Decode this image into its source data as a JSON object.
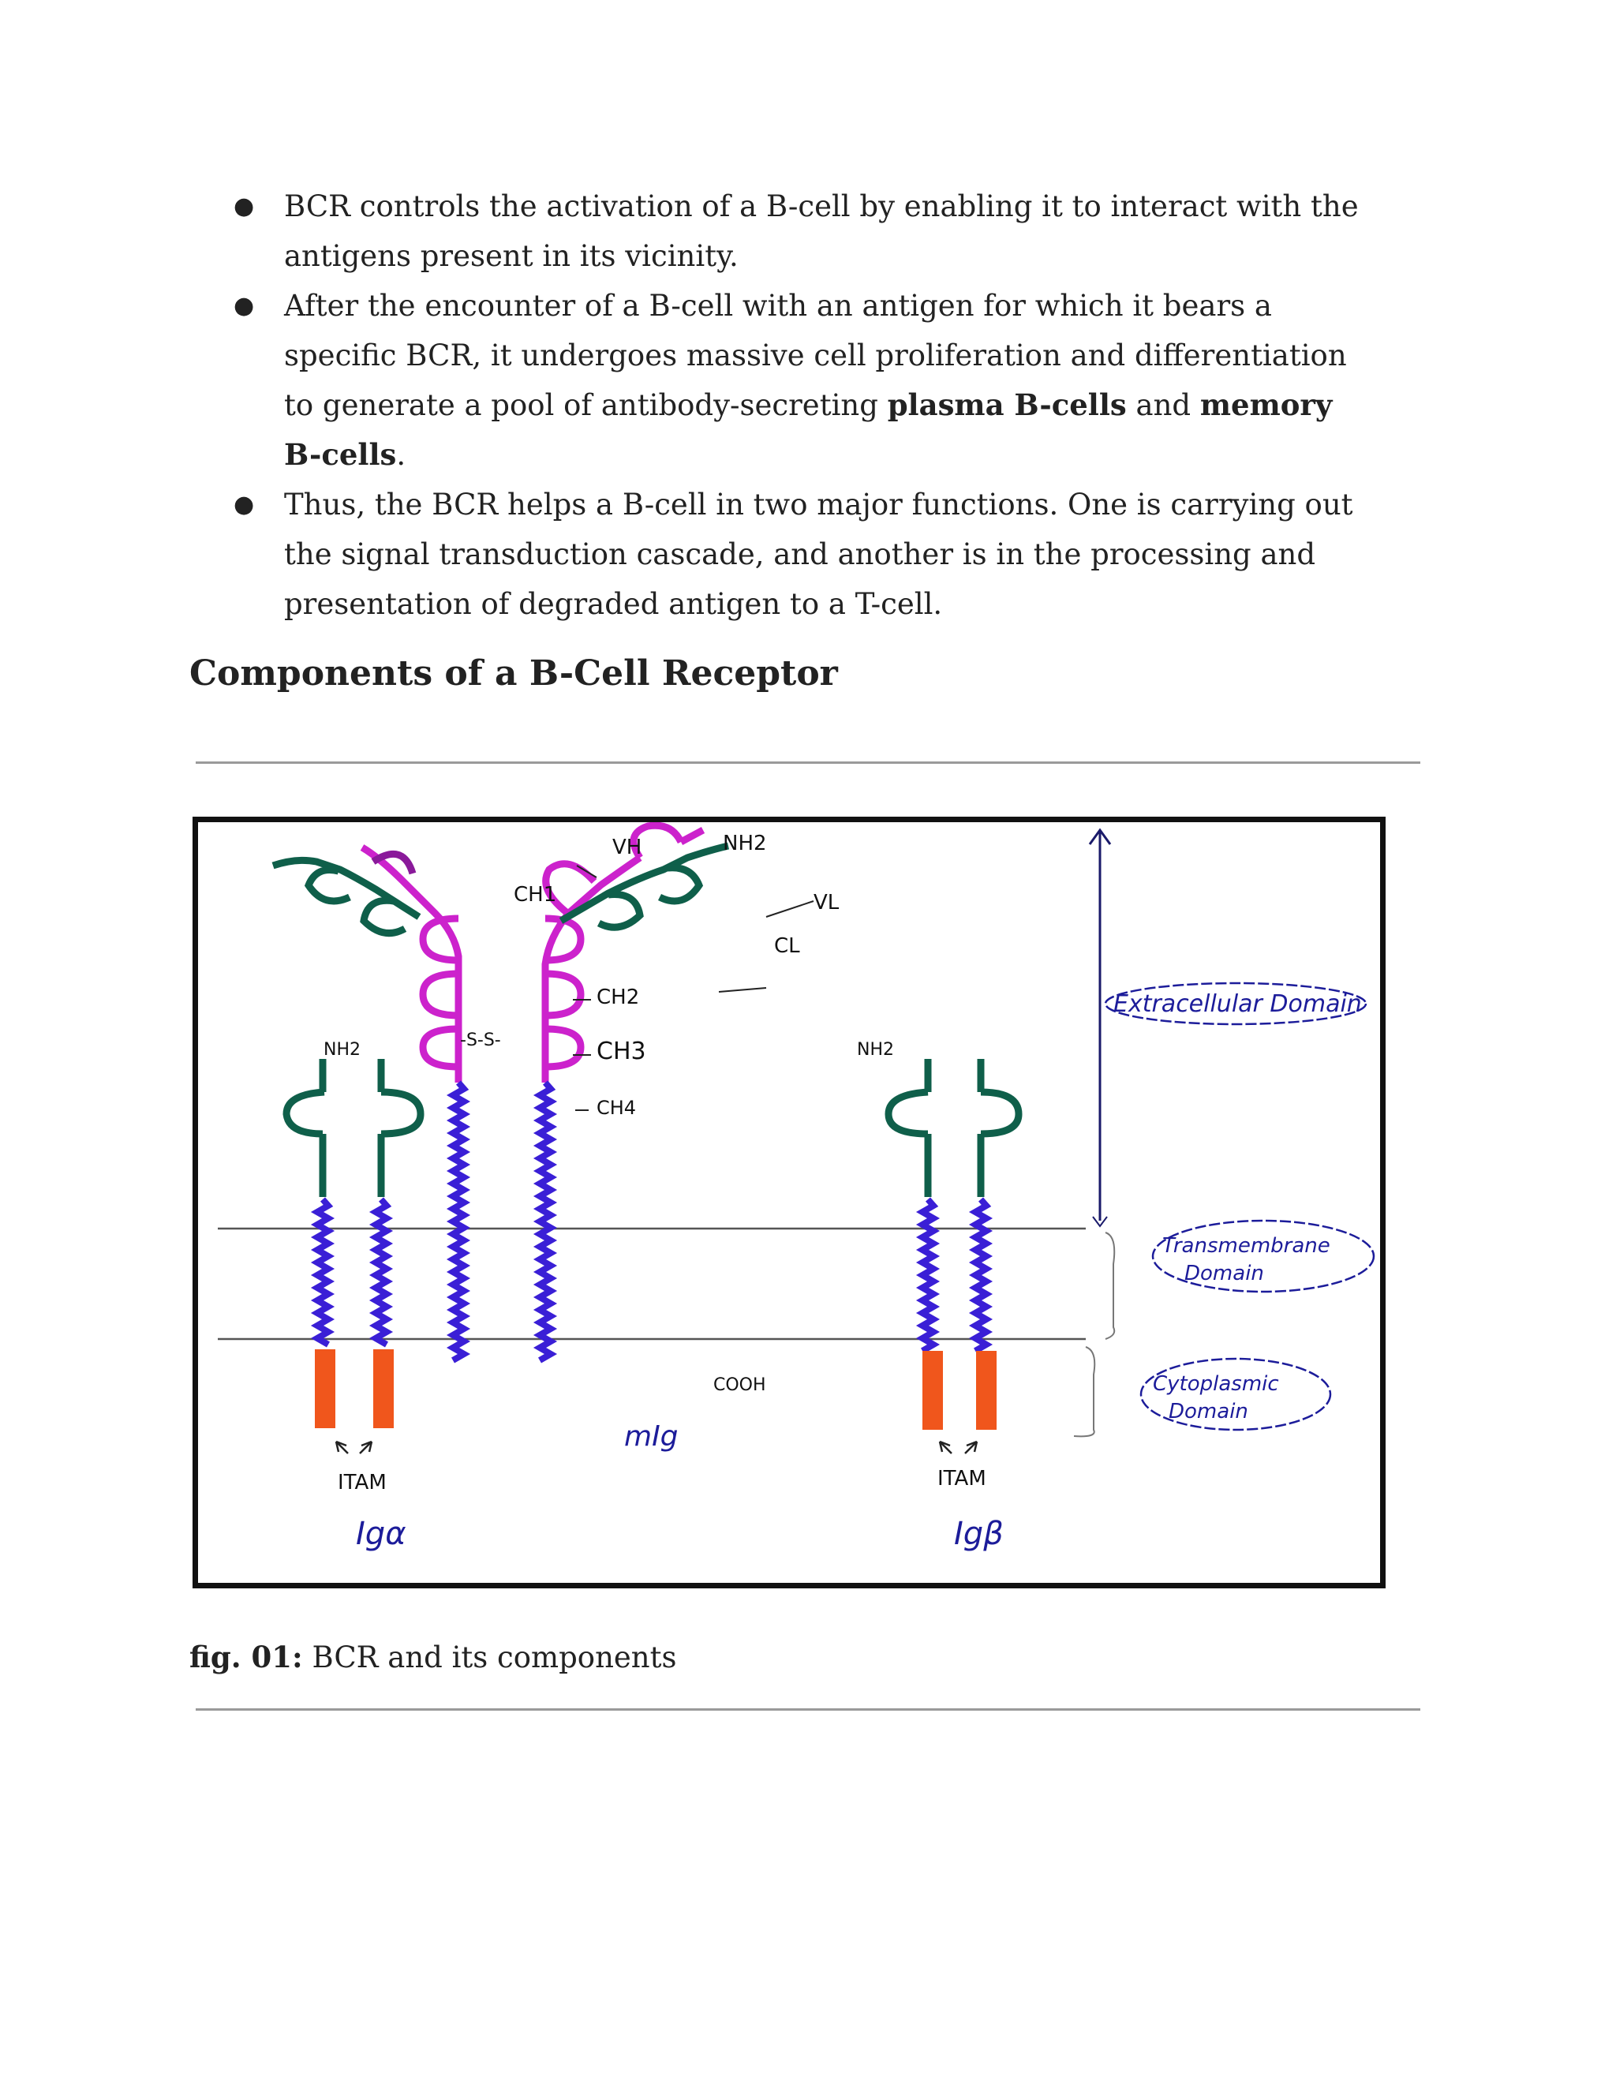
{
  "bullets": [
    {
      "parts": [
        "BCR controls the activation of a B-cell by enabling it to interact with the antigens present in its vicinity."
      ]
    },
    {
      "text1": "After the encounter of a B-cell with an antigen for which it bears a specific BCR, it undergoes massive cell proliferation and differentiation to generate a pool of antibody-secreting ",
      "bold1": "plasma B-cells",
      "text2": " and ",
      "bold2": "memory B-cells",
      "text3": "."
    },
    {
      "parts": [
        "Thus, the BCR helps a B-cell in two major functions. One is carrying out the signal transduction cascade, and another is in the processing and presentation of degraded antigen to a T-cell."
      ]
    }
  ],
  "heading": "Components of a B-Cell Receptor",
  "figure": {
    "labels": {
      "vh": "VH",
      "nh2_top": "NH2",
      "ch1": "CH1",
      "vl": "VL",
      "cl": "CL",
      "ch2": "CH2",
      "ch3": "CH3",
      "ch4": "CH4",
      "ss": "-S-S-",
      "nh2_left": "NH2",
      "nh2_right": "NH2",
      "cooh": "COOH",
      "mig": "mIg",
      "itam_left": "ITAM",
      "itam_right": "ITAM",
      "ig_alpha": "Igα",
      "ig_beta": "Igβ",
      "extracellular": "Extracellular Domain",
      "transmembrane_1": "Transmembrane",
      "transmembrane_2": "Domain",
      "cytoplasmic_1": "Cytoplasmic",
      "cytoplasmic_2": "Domain"
    },
    "colors": {
      "heavy_chain": "#cc22cc",
      "heavy_chain_dark": "#8a1a9a",
      "light_chain": "#0f5f4a",
      "transmembrane": "#3a1fd6",
      "itam": "#f0561c",
      "ink": "#1c1c9a",
      "membrane": "#555555"
    }
  },
  "caption": {
    "bold": "fig. 01:",
    "text": " BCR and its components"
  }
}
